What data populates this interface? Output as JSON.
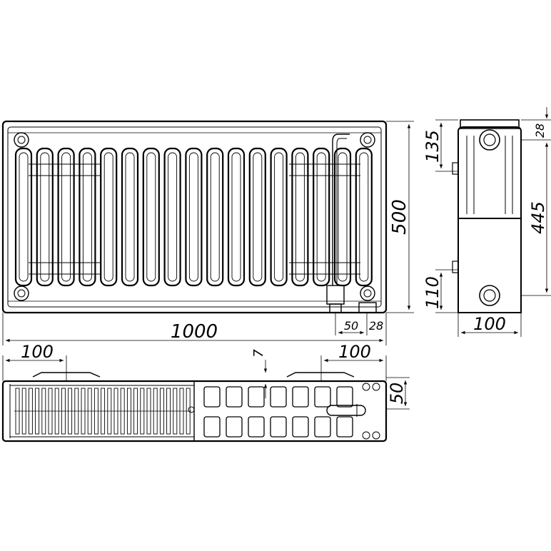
{
  "front_view": {
    "height_label": "500",
    "width_label": "1000",
    "connection_offset_label": "50",
    "connection_wall_label": "28"
  },
  "side_view": {
    "top_gap_label": "28",
    "top_connection_label": "135",
    "center_distance_label": "445",
    "bottom_connection_label": "110",
    "depth_label": "100"
  },
  "top_view": {
    "left_bracket_label": "100",
    "right_bracket_label": "100",
    "gap_label": "7",
    "panel_depth_label": "50"
  },
  "colors": {
    "line": "#000000",
    "background": "#ffffff"
  }
}
